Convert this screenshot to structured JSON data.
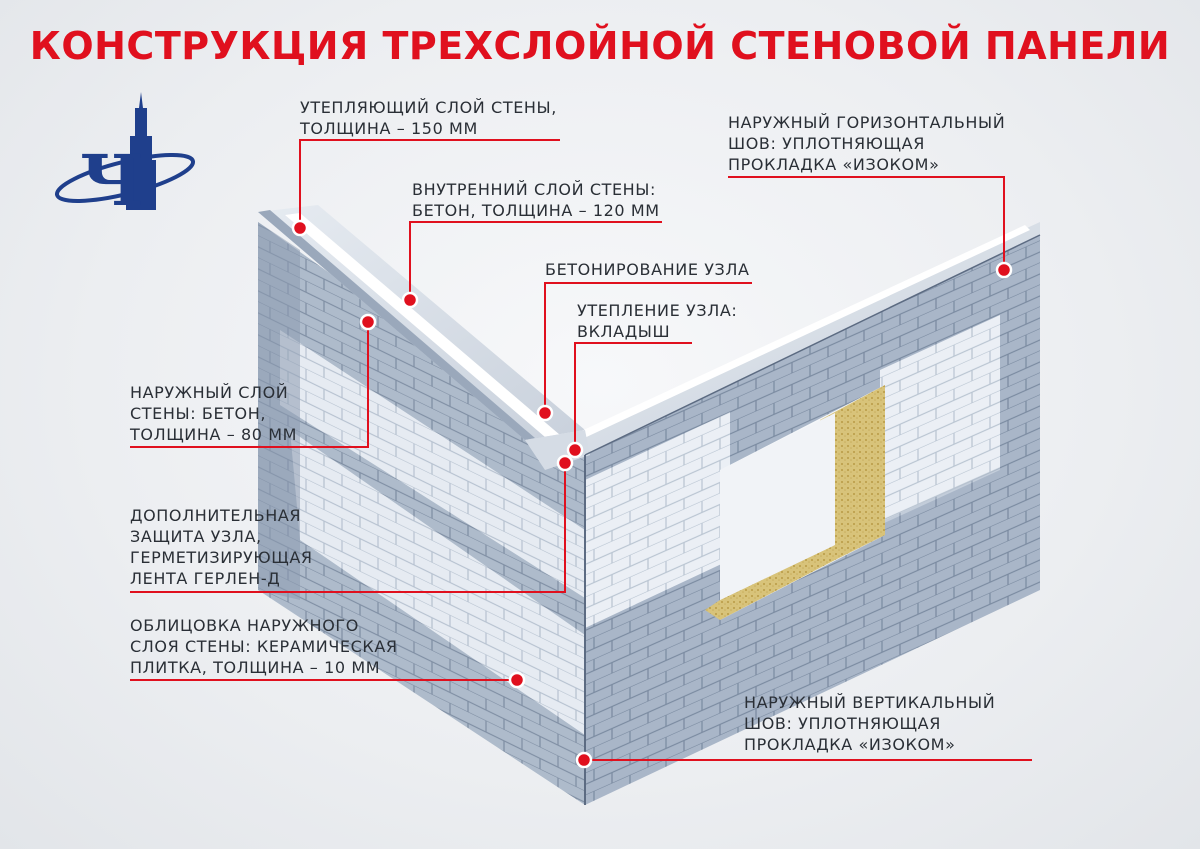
{
  "title": "КОНСТРУКЦИЯ ТРЕХСЛОЙНОЙ СТЕНОВОЙ ПАНЕЛИ",
  "logo": {
    "icon": "tower-globe-logo",
    "letter": "Ч"
  },
  "colors": {
    "accent": "#e0101e",
    "logo_blue": "#1f3f8c",
    "text": "#2a2f36"
  },
  "callouts": [
    {
      "id": "insulation-layer",
      "lines": [
        "УТЕПЛЯЮЩИЙ СЛОЙ СТЕНЫ,",
        "ТОЛЩИНА – 150 ММ"
      ]
    },
    {
      "id": "inner-layer",
      "lines": [
        "ВНУТРЕННИЙ СЛОЙ СТЕНЫ:",
        "БЕТОН, ТОЛЩИНА – 120 ММ"
      ]
    },
    {
      "id": "node-concreting",
      "lines": [
        "БЕТОНИРОВАНИЕ УЗЛА"
      ]
    },
    {
      "id": "node-insulation",
      "lines": [
        "УТЕПЛЕНИЕ УЗЛА:",
        "ВКЛАДЫШ"
      ]
    },
    {
      "id": "outer-layer",
      "lines": [
        "НАРУЖНЫЙ СЛОЙ",
        "СТЕНЫ: БЕТОН,",
        "ТОЛЩИНА – 80 ММ"
      ]
    },
    {
      "id": "extra-protection",
      "lines": [
        "ДОПОЛНИТЕЛЬНАЯ",
        "ЗАЩИТА УЗЛА,",
        "ГЕРМЕТИЗИРУЮЩАЯ",
        "ЛЕНТА ГЕРЛЕН-Д"
      ]
    },
    {
      "id": "cladding",
      "lines": [
        "ОБЛИЦОВКА НАРУЖНОГО",
        "СЛОЯ СТЕНЫ: КЕРАМИЧЕСКАЯ",
        "ПЛИТКА, ТОЛЩИНА – 10 ММ"
      ]
    },
    {
      "id": "horizontal-seam",
      "lines": [
        "НАРУЖНЫЙ ГОРИЗОНТАЛЬНЫЙ",
        "ШОВ: УПЛОТНЯЮЩАЯ",
        "ПРОКЛАДКА «ИЗОКОМ»"
      ]
    },
    {
      "id": "vertical-seam",
      "lines": [
        "НАРУЖНЫЙ ВЕРТИКАЛЬНЫЙ",
        "ШОВ: УПЛОТНЯЮЩАЯ",
        "ПРОКЛАДКА «ИЗОКОМ»"
      ]
    }
  ]
}
